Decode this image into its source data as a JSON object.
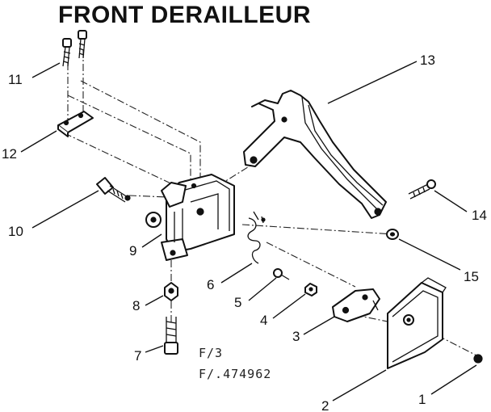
{
  "title": "FRONT DERAILLEUR",
  "callouts": [
    "1",
    "2",
    "3",
    "4",
    "5",
    "6",
    "7",
    "8",
    "9",
    "10",
    "11",
    "12",
    "13",
    "14",
    "15"
  ],
  "notes": [
    "F/3",
    "F/.474962"
  ]
}
